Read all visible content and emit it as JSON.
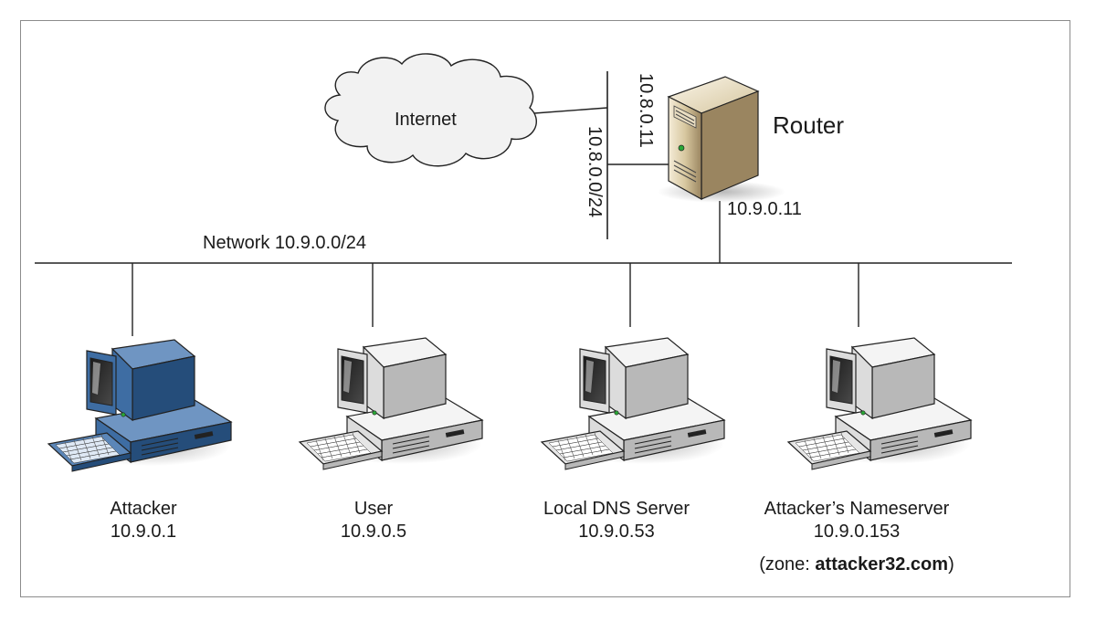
{
  "router": {
    "label": "Router",
    "ip_lan": "10.9.0.11",
    "ip_wan": "10.8.0.11"
  },
  "internet": {
    "label": "Internet"
  },
  "wan_network": {
    "label": "10.8.0.0/24"
  },
  "lan_network": {
    "label": "Network 10.9.0.0/24"
  },
  "hosts": [
    {
      "name": "Attacker",
      "ip": "10.9.0.1",
      "color": "#2e5a8c"
    },
    {
      "name": "User",
      "ip": "10.9.0.5",
      "color": "#d9d9d9"
    },
    {
      "name": "Local DNS Server",
      "ip": "10.9.0.53",
      "color": "#d9d9d9"
    },
    {
      "name": "Attacker’s Nameserver",
      "ip": "10.9.0.153",
      "color": "#d9d9d9"
    }
  ],
  "zone": {
    "prefix": "(zone: ",
    "domain": "attacker32.com",
    "suffix": ")"
  }
}
